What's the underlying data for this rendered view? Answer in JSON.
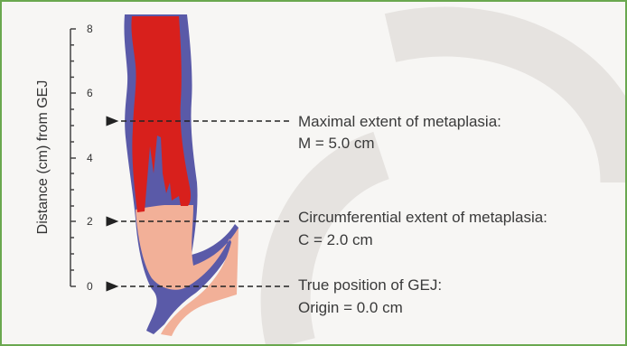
{
  "axis": {
    "title": "Distance (cm) from GEJ",
    "ticks": [
      "0",
      "2",
      "4",
      "6",
      "8"
    ]
  },
  "annotations": [
    {
      "line1": "Maximal extent of metaplasia:",
      "line2": "M = 5.0 cm"
    },
    {
      "line1": "Circumferential extent of metaplasia:",
      "line2": "C = 2.0 cm"
    },
    {
      "line1": "True position of GEJ:",
      "line2": "Origin = 0.0 cm"
    }
  ],
  "colors": {
    "wall": "#5a5aa8",
    "metaplasia": "#d8201c",
    "normal_mucosa": "#f2b098",
    "arrow": "#222222",
    "watermark": "#e6e3e0"
  }
}
